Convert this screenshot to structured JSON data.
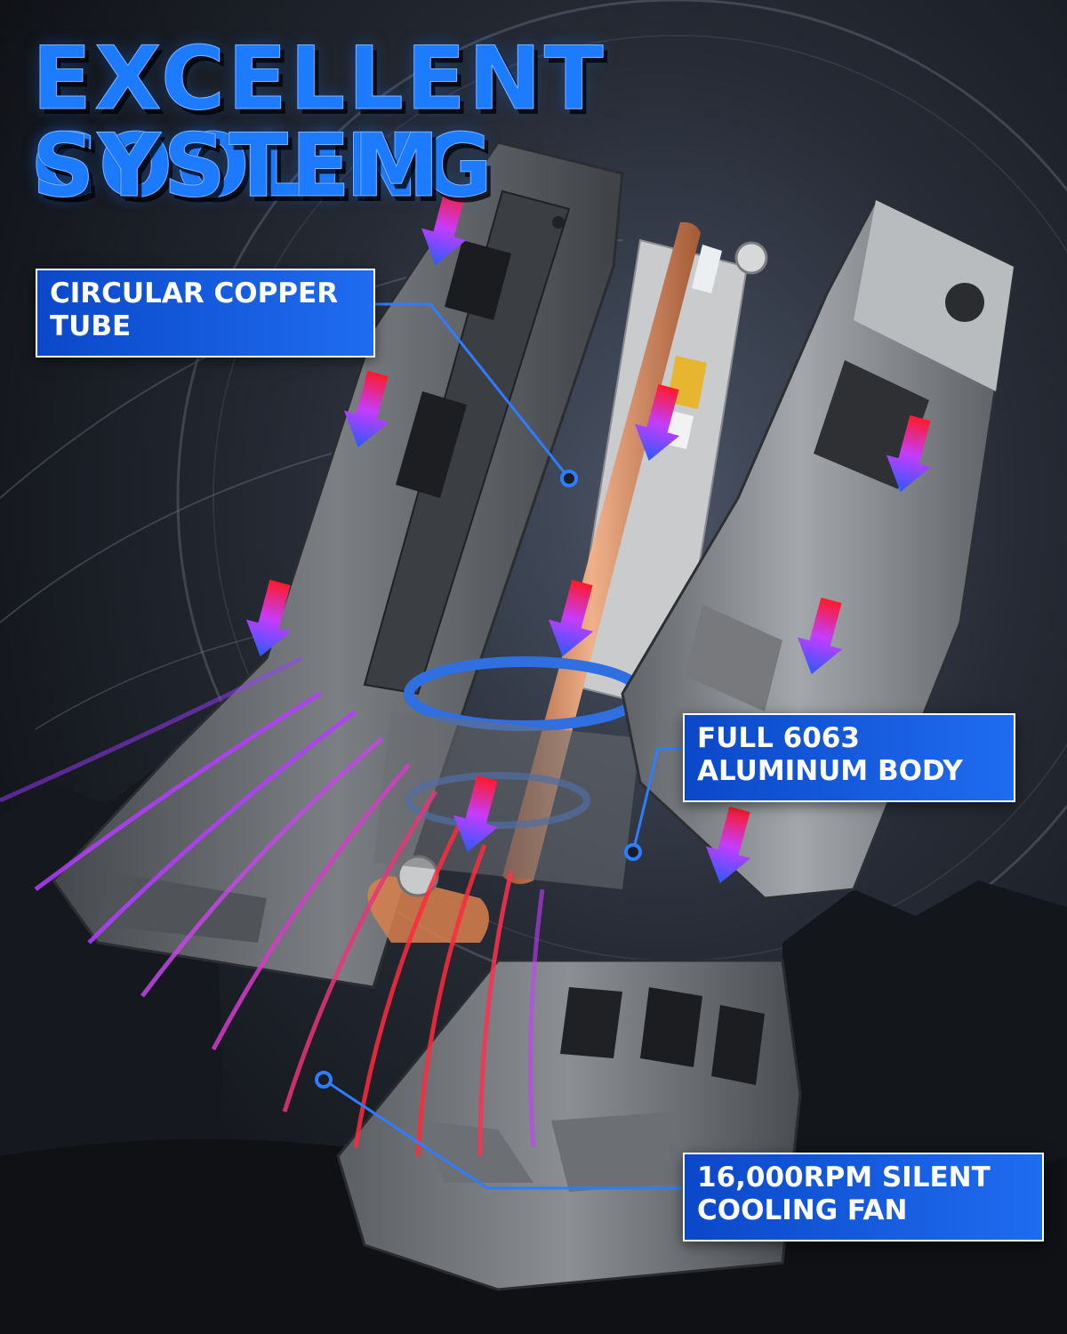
{
  "title": {
    "line1": "EXCELLENT COOLING",
    "line2": "SYSTEM"
  },
  "callouts": {
    "copper_tube": {
      "line1": "CIRCULAR COPPER",
      "line2": "TUBE"
    },
    "aluminum_body": {
      "line1": "FULL 6063",
      "line2": "ALUMINUM BODY"
    },
    "cooling_fan": {
      "line1": "16,000RPM SILENT",
      "line2": "COOLING FAN"
    }
  },
  "colors": {
    "title_blue": "#1d7bff",
    "callout_blue": "#1458e0",
    "pointer_blue": "#2f7dff",
    "copper": "#d98a5e",
    "aluminum": "#8f9296",
    "airflow_purple": "#b43cff",
    "airflow_red": "#ff2a3c"
  },
  "icons": {
    "airflow_arrows": "red-to-blue-down-arrow-icon",
    "pointer_dots": "ring-dot-icon"
  }
}
